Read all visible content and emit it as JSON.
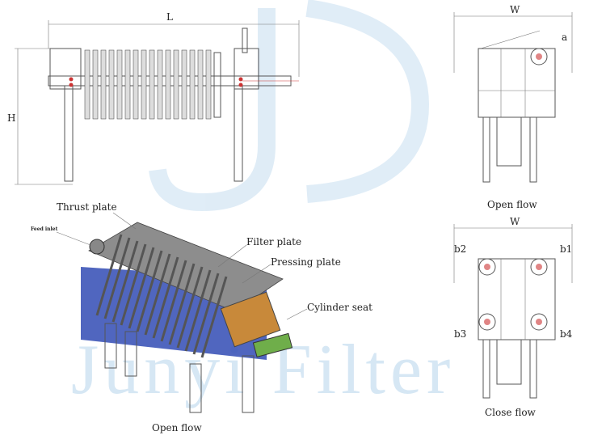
{
  "watermark": "Junyi Filter",
  "front_view": {
    "length_label": "L",
    "height_label": "H"
  },
  "side_view_open": {
    "width_label": "W",
    "port_label": "a",
    "caption": "Open flow"
  },
  "side_view_close": {
    "width_label": "W",
    "ports": [
      "b2",
      "b1",
      "b3",
      "b4"
    ],
    "caption": "Close flow"
  },
  "iso_view": {
    "labels": {
      "thrust_plate": "Thrust plate",
      "feed_inlet": "Feed inlet",
      "filter_plate": "Filter plate",
      "pressing_plate": "Pressing plate",
      "cylinder_seat": "Cylinder seat"
    },
    "caption": "Open flow"
  },
  "colors": {
    "watermark": "#cfe3f3",
    "frame_blue": "#3d55b8",
    "cylinder_green": "#6fae4a",
    "pump_orange": "#c8893a"
  }
}
